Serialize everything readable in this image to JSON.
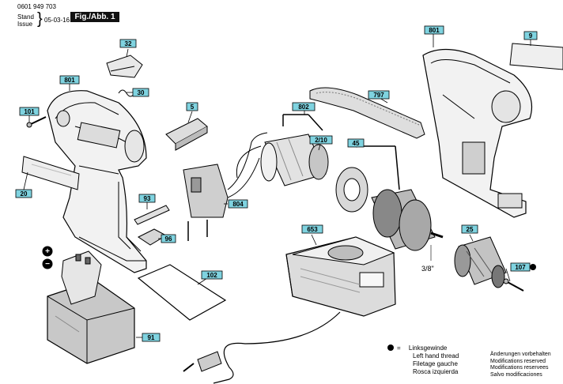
{
  "header": {
    "doc_number": "0601 949 703",
    "stand_label": "Stand",
    "issue_label": "Issue",
    "date": "05-03-16",
    "fig_label": "Fig./Abb. 1"
  },
  "callouts": {
    "c801a": "801",
    "c101": "101",
    "c20": "20",
    "c32": "32",
    "c30": "30",
    "c5": "5",
    "c93": "93",
    "c96": "96",
    "c804": "804",
    "c802": "802",
    "c2_10": "2/10",
    "c797": "797",
    "c801b": "801",
    "c9": "9",
    "c45": "45",
    "c653": "653",
    "c25": "25",
    "c107": "107",
    "c102": "102",
    "c91": "91"
  },
  "labels": {
    "chuck_size": "3/8\"",
    "plus": "+",
    "minus": "−"
  },
  "legend": {
    "eq": "=",
    "lines": [
      "Linksgewinde",
      "Left hand thread",
      "Filetage gauche",
      "Rosca izquierda"
    ]
  },
  "notes": [
    "Änderungen vorbehalten",
    "Modifications reserved",
    "Modifications reservees",
    "Salvo modificaciones"
  ],
  "colors": {
    "callout_fill": "#7fd3e0",
    "fig_box": "#111111"
  }
}
